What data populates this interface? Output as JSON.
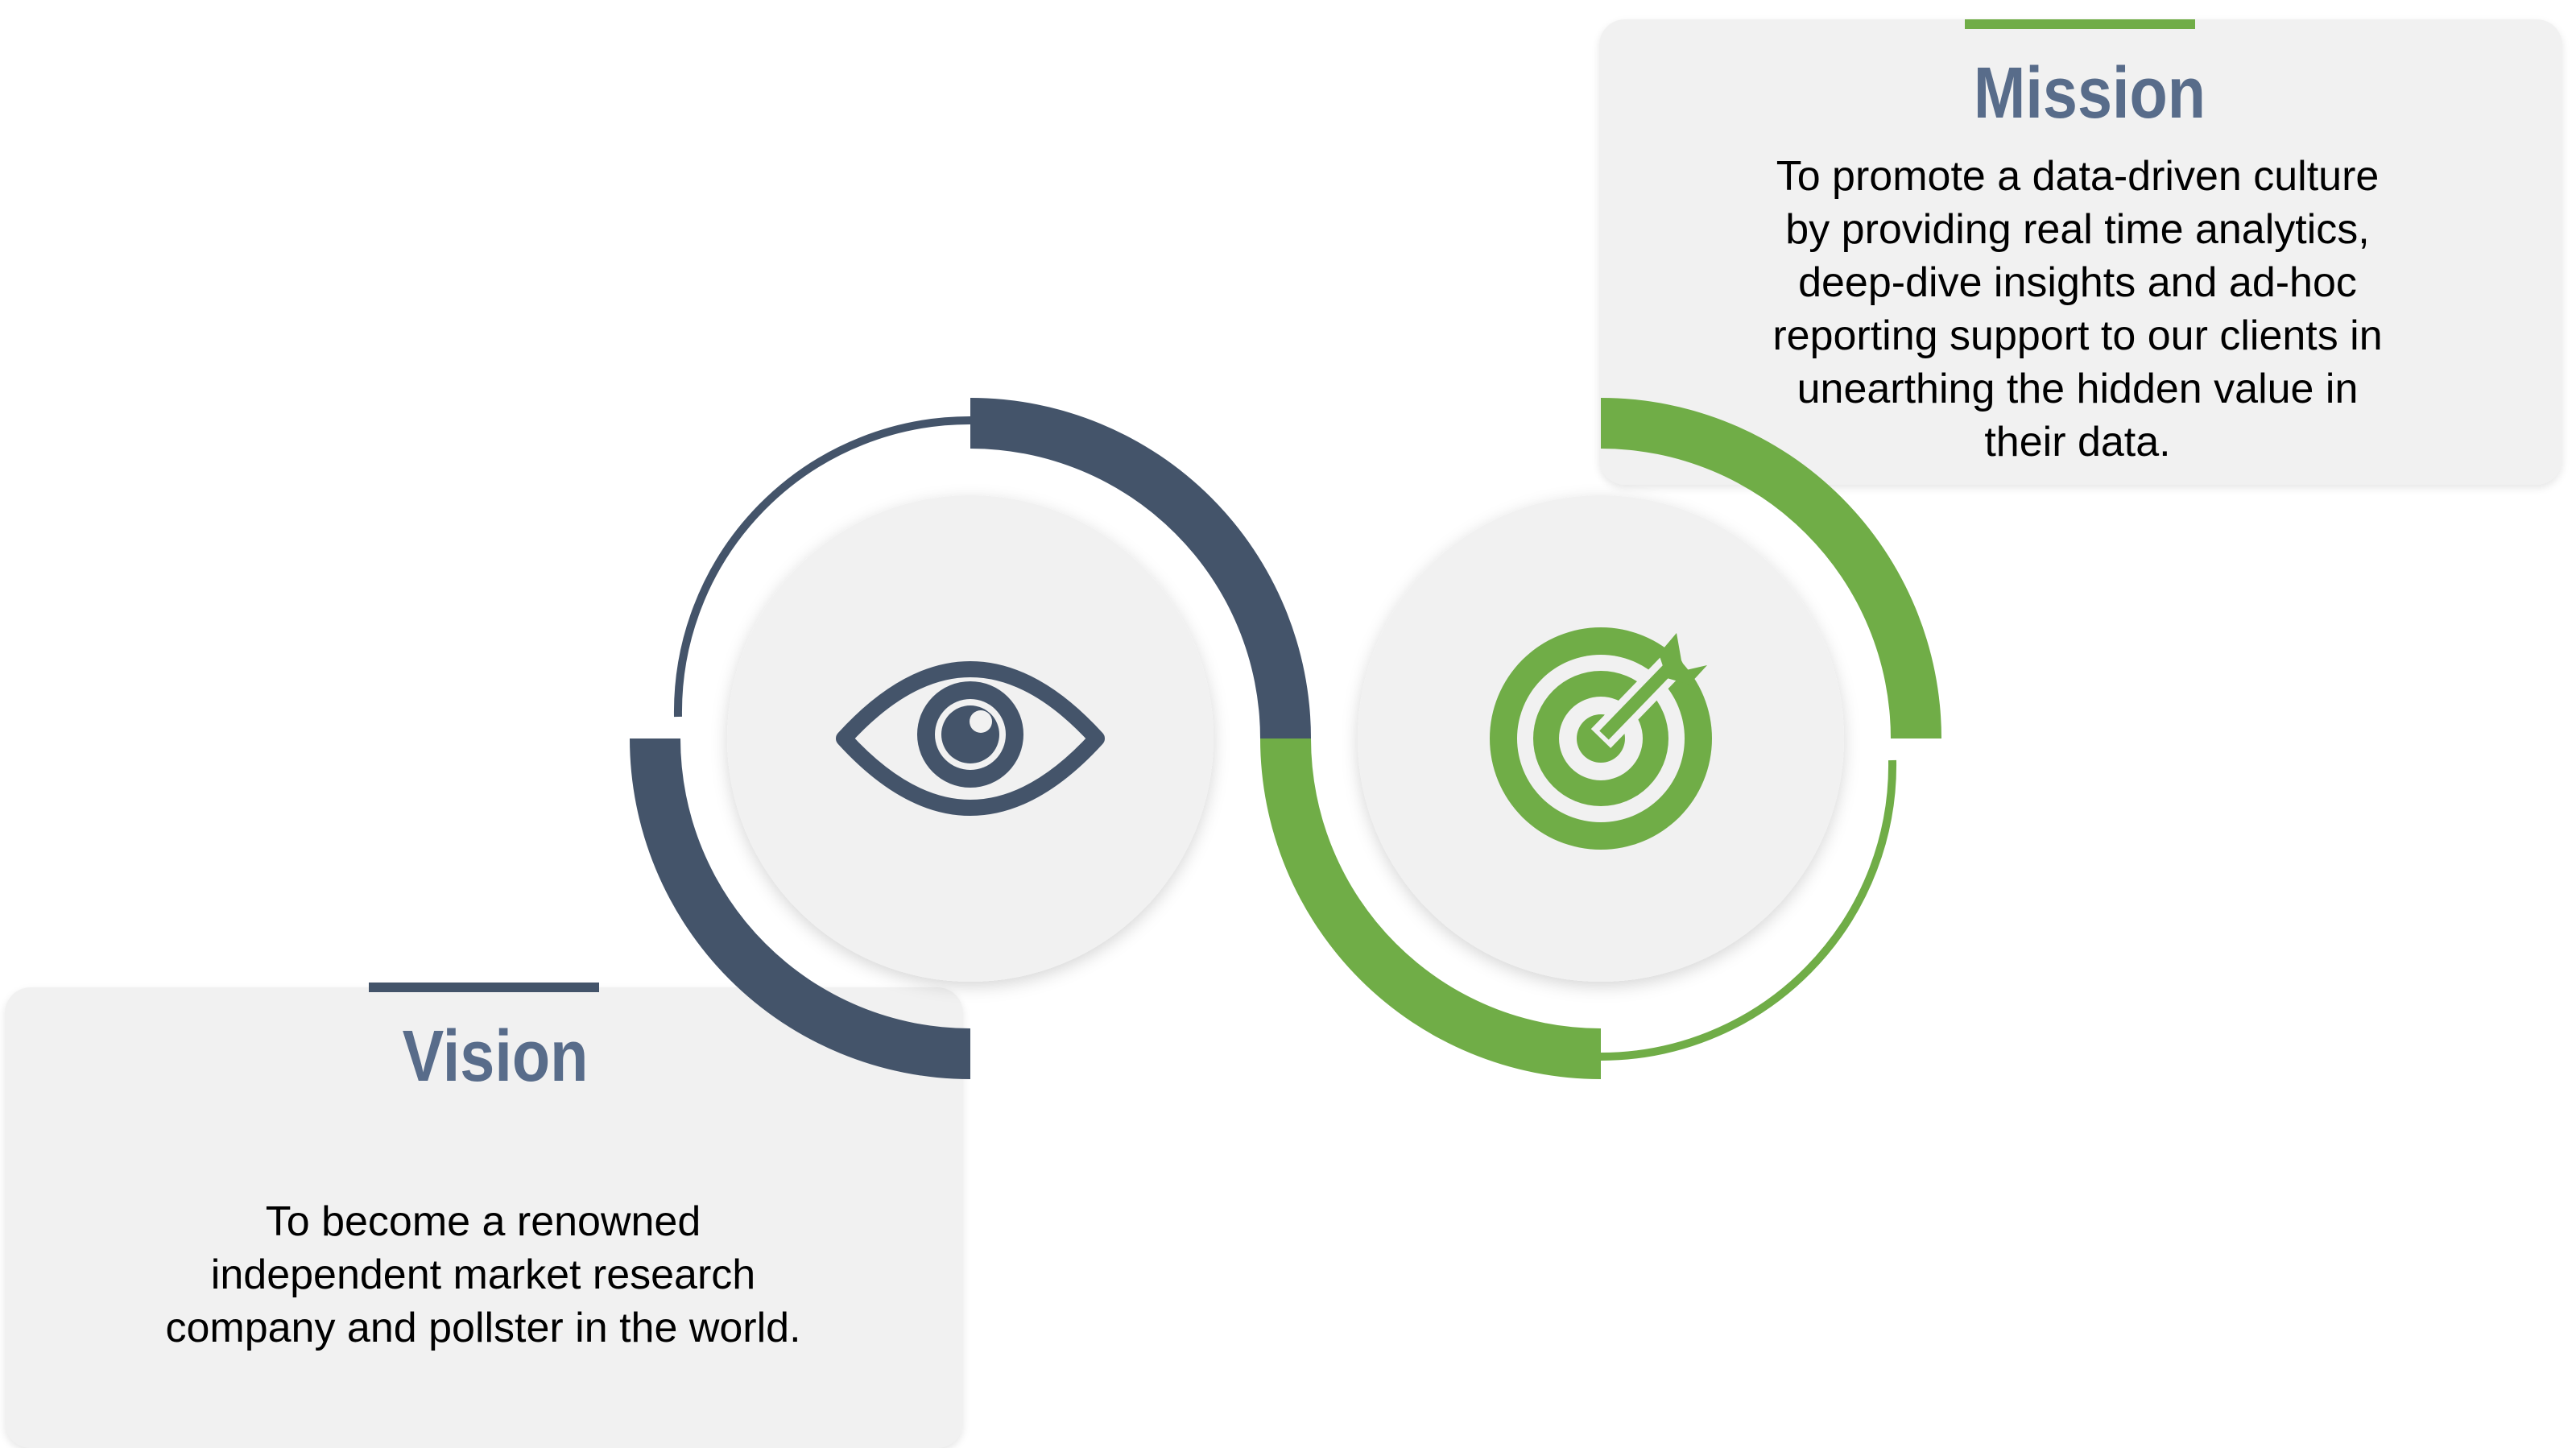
{
  "mission": {
    "title": "Mission",
    "text": "To promote a data-driven culture\nby providing real time analytics,\ndeep-dive insights and ad-hoc\nreporting support to our clients in\nunearthing the hidden value in\ntheir data.",
    "icon": "target-icon",
    "color": "#70ad47"
  },
  "vision": {
    "title": "Vision",
    "text": "To become a renowned\nindependent market research\ncompany and pollster in the world.",
    "icon": "eye-icon",
    "color": "#44546a"
  },
  "colors": {
    "card_background": "#f1f1f1",
    "circle_background": "#f1f1f1",
    "title_text": "#586c8a"
  }
}
